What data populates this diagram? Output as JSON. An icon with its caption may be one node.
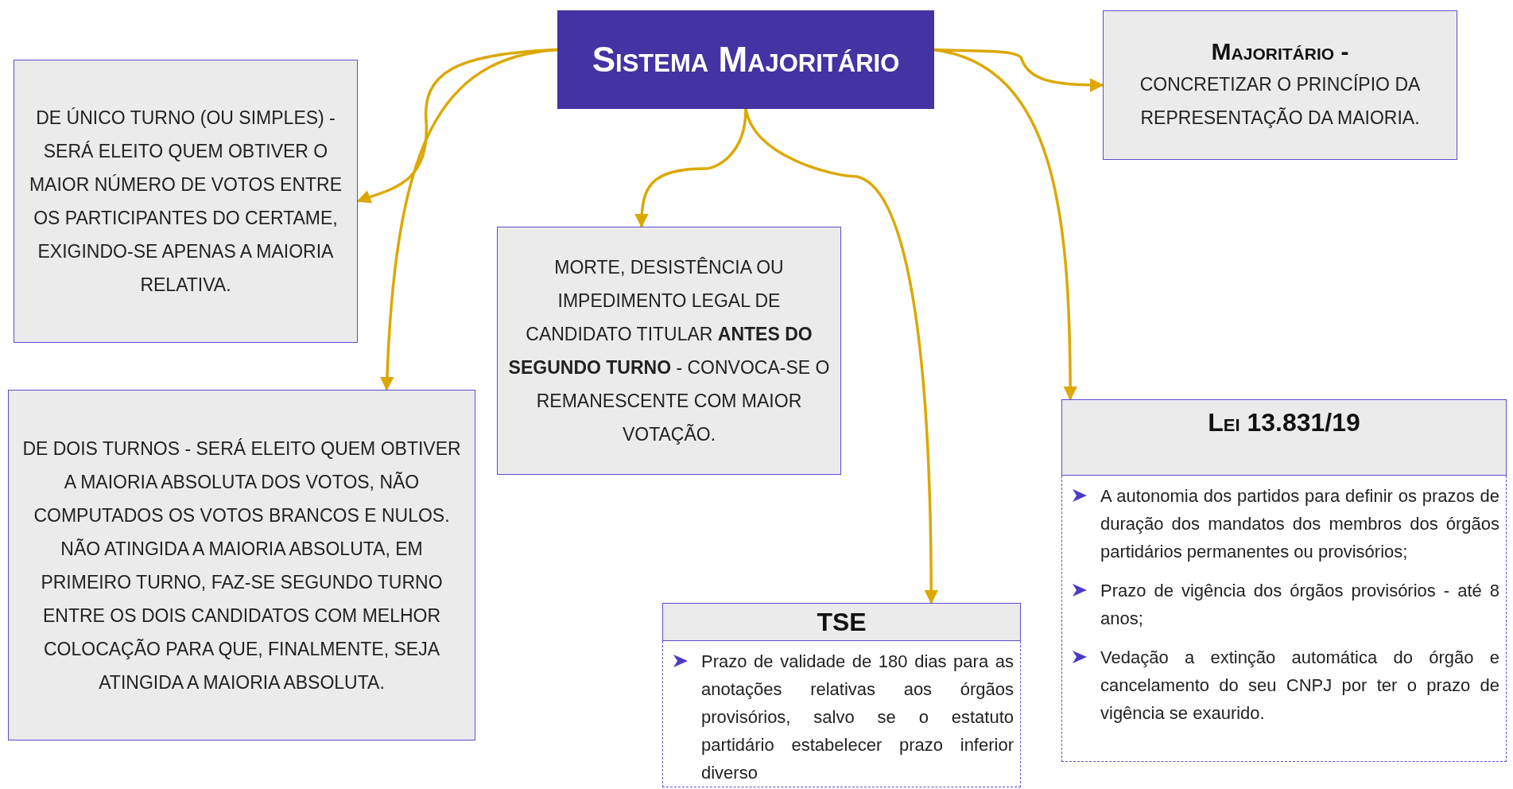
{
  "diagram": {
    "nodes": [
      {
        "text": [
          "Sistema Majoritário"
        ]
      },
      {
        "text": [
          "Majoritário -",
          "CONCRETIZAR O PRINCÍPIO DA REPRESENTAÇÃO DA MAIORIA."
        ]
      },
      {
        "text": [
          "DE ÚNICO TURNO (OU SIMPLES)  - SERÁ ELEITO QUEM OBTIVER O MAIOR NÚMERO DE VOTOS ENTRE OS PARTICIPANTES DO CERTAME, EXIGINDO-SE APENAS A MAIORIA RELATIVA."
        ]
      },
      {
        "text": [
          "MORTE, DESISTÊNCIA OU IMPEDIMENTO LEGAL DE CANDIDATO TITULAR **ANTES DO SEGUNDO TURNO** - CONVOCA-SE O REMANESCENTE COM MAIOR VOTAÇÃO."
        ]
      },
      {
        "text": [
          "DE DOIS TURNOS - SERÁ ELEITO QUEM OBTIVER A MAIORIA ABSOLUTA DOS VOTOS, NÃO COMPUTADOS OS VOTOS BRANCOS E NULOS. NÃO ATINGIDA A MAIORIA ABSOLUTA, EM PRIMEIRO TURNO, FAZ-SE SEGUNDO TURNO ENTRE OS DOIS CANDIDATOS COM MELHOR COLOCAÇÃO PARA QUE, FINALMENTE, SEJA ATINGIDA A MAIORIA ABSOLUTA."
        ]
      },
      {
        "text": [
          "TSE",
          "Prazo de validade de 180 dias para as anotações relativas aos órgãos provisórios, salvo se o estatuto partidário estabelecer prazo inferior diverso"
        ]
      },
      {
        "text": [
          "Lei 13.831/19",
          "A autonomia dos partidos para definir os prazos de duração dos mandatos dos membros dos órgãos partidários permanentes ou provisórios;",
          "Prazo de vigência dos órgãos provisórios - até 8 anos;",
          "Vedação a extinção automática do órgão e cancelamento do seu CNPJ por ter o prazo de vigência se exaurido."
        ]
      }
    ],
    "edges": [
      {
        "from": 0,
        "to": 2,
        "arrow": "to"
      },
      {
        "from": 0,
        "to": 4,
        "arrow": "to"
      },
      {
        "from": 0,
        "to": 3,
        "arrow": "to"
      },
      {
        "from": 0,
        "to": 5,
        "arrow": "to"
      },
      {
        "from": 0,
        "to": 6,
        "arrow": "to"
      },
      {
        "from": 0,
        "to": 1,
        "arrow": "to"
      }
    ]
  }
}
